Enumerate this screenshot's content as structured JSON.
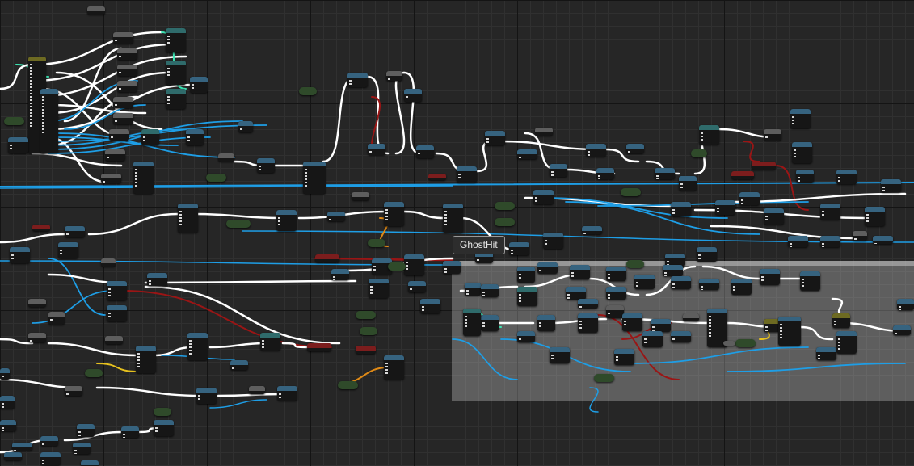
{
  "graph": {
    "comment_title": "GhostHit",
    "colors": {
      "background": "#262626",
      "exec_wire": "#ffffff",
      "object_wire": "#1e9ee6",
      "bool_wire": "#9a1515",
      "float_wire": "#e08a16",
      "vector_wire": "#e6c11e",
      "struct_wire": "#3ce6b4",
      "comment_fill": "#ffffff"
    },
    "node_header_colors": [
      "blue",
      "teal",
      "green",
      "red",
      "grey",
      "olive"
    ]
  }
}
